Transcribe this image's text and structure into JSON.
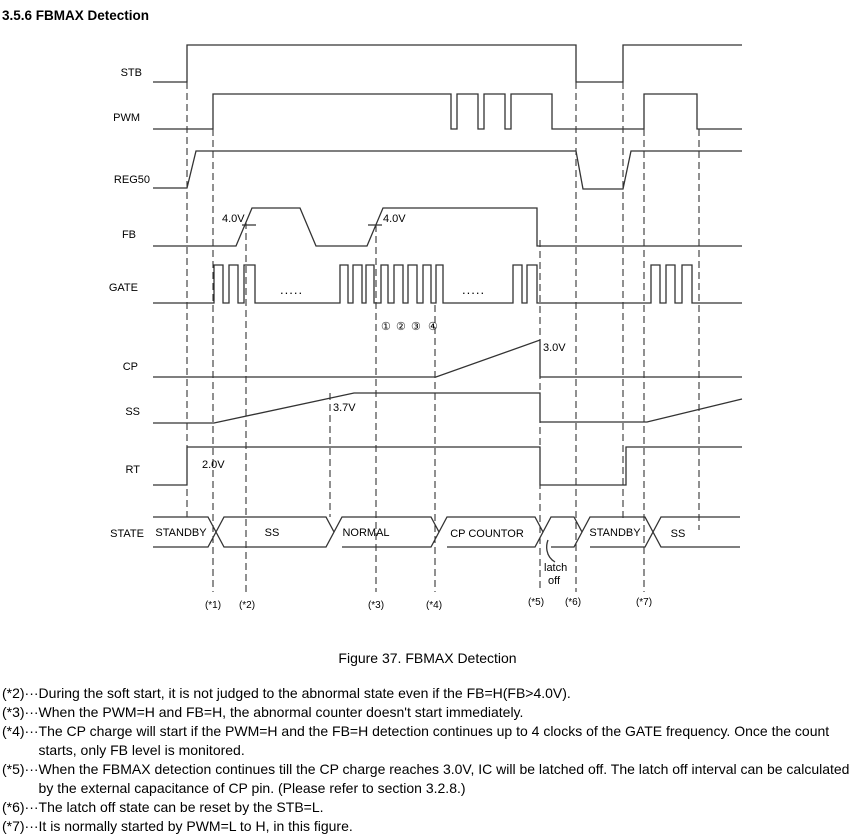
{
  "section_title": "3.5.6 FBMAX Detection",
  "signals": {
    "stb": "STB",
    "pwm": "PWM",
    "reg50": "REG50",
    "fb": "FB",
    "gate": "GATE",
    "cp": "CP",
    "ss": "SS",
    "rt": "RT",
    "state": "STATE"
  },
  "annotations": {
    "fb_threshold_1": "4.0V",
    "fb_threshold_2": "4.0V",
    "cp_threshold": "3.0V",
    "ss_threshold": "3.7V",
    "rt_level": "2.0V",
    "dots": ".....",
    "clock_1": "①",
    "clock_2": "②",
    "clock_3": "③",
    "clock_4": "④",
    "latch_off_1": "latch",
    "latch_off_2": "off"
  },
  "states": [
    "STANDBY",
    "SS",
    "NORMAL",
    "CP COUNTOR",
    "STANDBY",
    "SS"
  ],
  "markers": [
    "(*1)",
    "(*2)",
    "(*3)",
    "(*4)",
    "(*5)",
    "(*6)",
    "(*7)"
  ],
  "caption": "Figure 37. FBMAX Detection",
  "notes": [
    {
      "tag": "(*2)···",
      "text": "During the soft start, it is not judged to the abnormal state even if the FB=H(FB>4.0V)."
    },
    {
      "tag": "(*3)···",
      "text": "When the PWM=H and FB=H, the  abnormal counter doesn't start immediately."
    },
    {
      "tag": "(*4)···",
      "text": "The CP charge will start if the PWM=H and the FB=H detection continues up to 4 clocks of the GATE frequency. Once the count starts, only FB level is monitored."
    },
    {
      "tag": "(*5)···",
      "text": "When the FBMAX detection continues till the CP charge reaches 3.0V, IC will be latched off. The latch off interval can be calculated by the external capacitance of CP pin. (Please refer to section 3.2.8.)"
    },
    {
      "tag": "(*6)···",
      "text": "The latch off state can be reset by the STB=L."
    },
    {
      "tag": "(*7)···",
      "text": "It is normally started by PWM=L to H, in this figure."
    }
  ]
}
